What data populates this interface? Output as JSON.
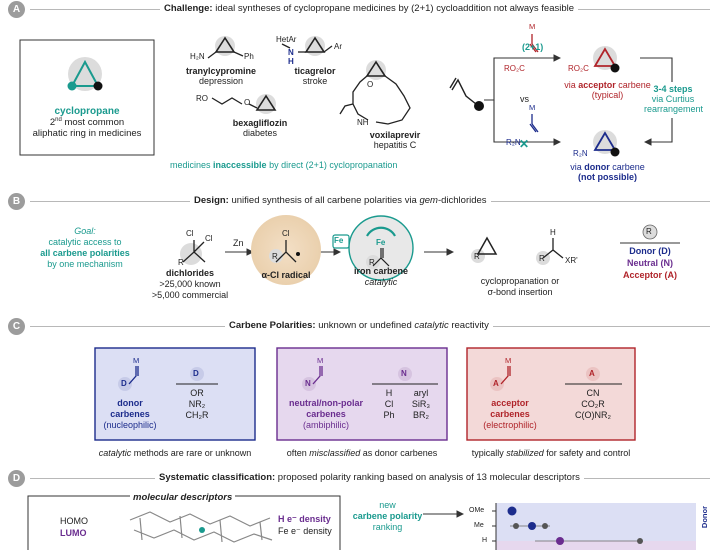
{
  "sections": {
    "a": {
      "badge": "A",
      "header_bold": "Challenge:",
      "header_rest": " ideal syntheses of cyclopropane medicines by (2+1) cycloaddition not always feasible",
      "cyclopropane_box": {
        "title": "cyclopropane",
        "line1_num": "2",
        "line1_sup": "nd",
        "line1_rest": " most common",
        "line2": "aliphatic ring in medicines"
      },
      "drugs": [
        {
          "name": "tranylcypromine",
          "use": "depression"
        },
        {
          "name": "ticagrelor",
          "use": "stroke"
        },
        {
          "name": "bexagliflozin",
          "use": "diabetes"
        },
        {
          "name": "voxilaprevir",
          "use": "hepatitis C"
        }
      ],
      "struct_labels": {
        "h2n": "H₂N",
        "ph": "Ph",
        "hetar": "HetAr",
        "nh": "N",
        "h": "H",
        "ar": "Ar",
        "ro": "RO",
        "o": "O",
        "o2": "O",
        "nh2": "NH"
      },
      "note_pre": "medicines ",
      "note_bold": "inaccessible",
      "note_post": " by direct (2+1) cyclopropanation",
      "rxn_label": "(2+1)",
      "vs": "vs",
      "m1": "M",
      "m2": "M",
      "reagent1": "RO₂C",
      "reagent2": "R₂N",
      "prod1": "RO₂C",
      "prod1_pre": "via ",
      "prod1_bold": "acceptor",
      "prod1_post": " carbene",
      "prod1_sub": "(typical)",
      "prod2": "R₂N",
      "prod2_pre": "via ",
      "prod2_bold": "donor",
      "prod2_post": " carbene",
      "prod2_sub": "(not possible)",
      "steps_bold": "3-4 steps",
      "steps_line2": "via Curtius",
      "steps_line3": "rearrangement"
    },
    "b": {
      "badge": "B",
      "header_bold": "Design:",
      "header_rest": " unified synthesis of all carbene polarities via ",
      "header_italic": "gem",
      "header_end": "-dichlorides",
      "goal_italic": "Goal:",
      "goal_l2": "catalytic access to",
      "goal_l3": "all carbene polarities",
      "goal_l4": "by one mechanism",
      "dichlorides": "dichlorides",
      "dichlorides_l2": ">25,000 known",
      "dichlorides_l3": ">5,000 commercial",
      "cl1": "Cl",
      "cl2": "Cl",
      "cl3": "Cl",
      "r1": "R",
      "r2": "R",
      "r3": "R",
      "r4": "R",
      "r5": "R",
      "zn": "Zn",
      "fe1": "Fe",
      "fe2": "Fe",
      "radical": "α-Cl radical",
      "iron_carbene": "iron carbene",
      "catalytic": "catalytic",
      "product_l1": "cyclopropanation or",
      "product_l2": "σ-bond insertion",
      "h": "H",
      "xr": "XR'",
      "legend_r": "R",
      "donor": "Donor (D)",
      "neutral": "Neutral (N)",
      "acceptor": "Acceptor (A)"
    },
    "c": {
      "badge": "C",
      "header_bold": "Carbene Polarities:",
      "header_rest": " unknown or undefined ",
      "header_italic": "catalytic",
      "header_end": " reactivity",
      "donor": {
        "m": "M",
        "letter": "D",
        "badge": "D",
        "title1": "donor",
        "title2": "carbenes",
        "sub": "(nucleophilic)",
        "groups": [
          "OR",
          "NR₂",
          "CH₂R"
        ]
      },
      "neutral": {
        "m": "M",
        "letter": "N",
        "badge": "N",
        "title1": "neutral/non-polar",
        "title2": "carbenes",
        "sub": "(ambiphilic)",
        "col1": [
          "H",
          "Cl",
          "Ph"
        ],
        "col2": [
          "aryl",
          "SiR₃",
          "BR₂"
        ]
      },
      "acceptor": {
        "m": "M",
        "letter": "A",
        "badge": "A",
        "title1": "acceptor",
        "title2": "carbenes",
        "sub": "(electrophilic)",
        "groups": [
          "CN",
          "CO₂R",
          "C(O)NR₂"
        ]
      },
      "caption_donor_italic": "catalytic",
      "caption_donor_rest": " methods are rare or unknown",
      "caption_neutral_pre": "often ",
      "caption_neutral_italic": "misclassified",
      "caption_neutral_rest": " as donor carbenes",
      "caption_acceptor_pre": "typically ",
      "caption_acceptor_italic": "stabilized",
      "caption_acceptor_rest": " for safety and control"
    },
    "d": {
      "badge": "D",
      "header_bold": "Systematic classification:",
      "header_rest": " proposed polarity ranking based on analysis of 13 molecular descriptors",
      "descriptors_title": "molecular descriptors",
      "homo": "HOMO",
      "lumo": "LUMO",
      "h_density": "H e⁻ density",
      "fe_density": "Fe e⁻ density",
      "new": "new",
      "ranking_bold": "carbene polarity",
      "ranking": "ranking",
      "rows": [
        "OMe",
        "Me",
        "H"
      ],
      "donor_label": "Donor"
    }
  }
}
